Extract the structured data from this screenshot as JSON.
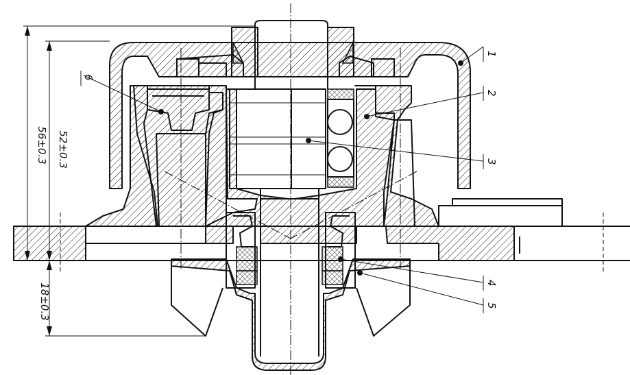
{
  "parts": [
    {
      "id": "part-1",
      "label": "1"
    },
    {
      "id": "part-2",
      "label": "2"
    },
    {
      "id": "part-3",
      "label": "3"
    },
    {
      "id": "part-4",
      "label": "4"
    },
    {
      "id": "part-5",
      "label": "5"
    },
    {
      "id": "part-6",
      "label": "6"
    }
  ],
  "dimensions": {
    "overall_height": "56±0.3",
    "body_height": "52±0.3",
    "impeller_depth": "18±0.3"
  }
}
